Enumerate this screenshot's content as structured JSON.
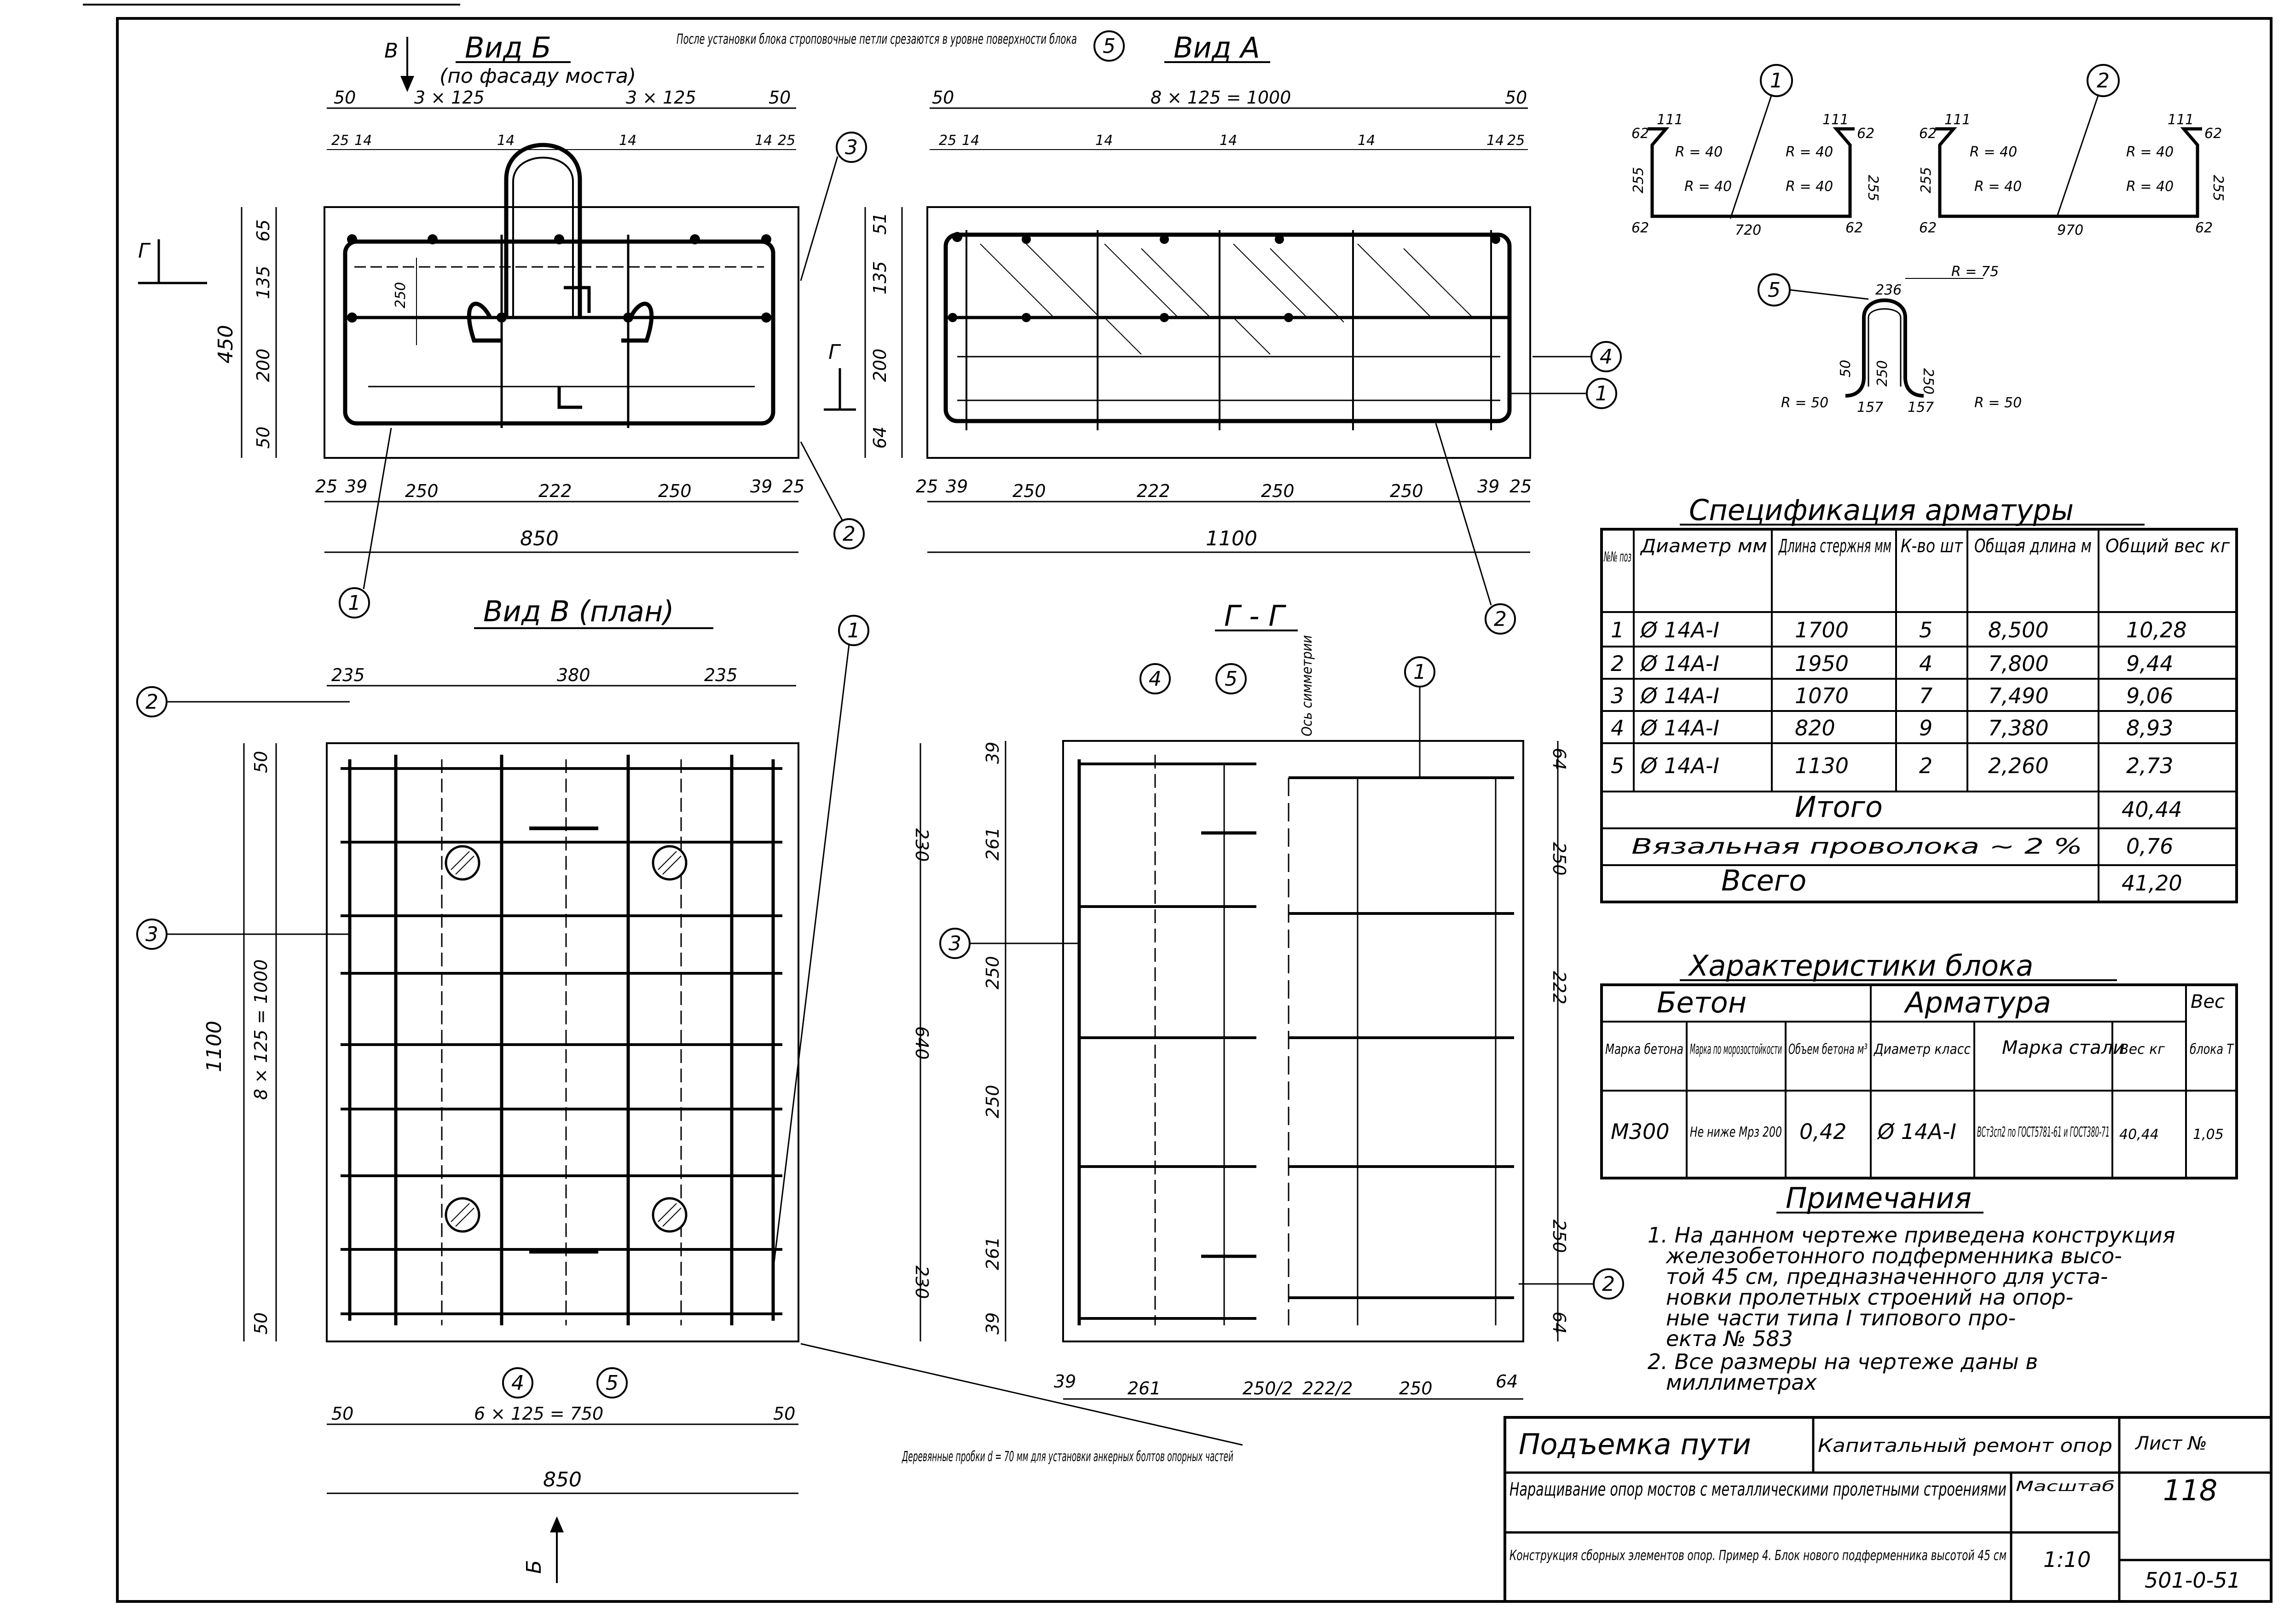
{
  "views": {
    "view_b": {
      "title": "Вид Б",
      "subtitle": "(по фасаду моста)",
      "arrow_label": "В",
      "top_dims": [
        "50",
        "3 × 125",
        "3 × 125",
        "50"
      ],
      "sub_top_dims": [
        "25",
        "14",
        "14",
        "14",
        "14",
        "25"
      ],
      "left_dims": [
        "65",
        "135",
        "200",
        "50"
      ],
      "overall_height": "450",
      "inner_dim": "250",
      "bottom_dims": [
        "25",
        "39",
        "250",
        "222",
        "250",
        "39",
        "25"
      ],
      "overall_width": "850",
      "section_mark": "Г"
    },
    "view_a": {
      "title": "Вид А",
      "top_dims": [
        "50",
        "8 × 125 = 1000",
        "50"
      ],
      "sub_top_dims": [
        "25",
        "14",
        "14",
        "14",
        "14",
        "14",
        "25"
      ],
      "left_dims": [
        "51",
        "135",
        "200",
        "64"
      ],
      "bottom_dims": [
        "25",
        "39",
        "250",
        "222",
        "250",
        "250",
        "39",
        "25"
      ],
      "overall_width": "1100"
    },
    "view_v": {
      "title": "Вид В (план)",
      "top_dims": [
        "235",
        "380",
        "235"
      ],
      "left_dims": [
        "50",
        "8 × 125 = 1000",
        "50"
      ],
      "overall_height": "1100",
      "right_dims": [
        "230",
        "640",
        "230"
      ],
      "bottom_dims": [
        "50",
        "6 × 125 = 750",
        "50"
      ],
      "overall_width": "850",
      "arrow_label": "Б"
    },
    "section_gg": {
      "title": "Г - Г",
      "axis_label": "Ось симметрии",
      "left_dims": [
        "39",
        "261",
        "250",
        "250",
        "261",
        "39"
      ],
      "right_dims": [
        "64",
        "250",
        "222",
        "250",
        "64"
      ],
      "bottom_dims": [
        "39",
        "261",
        "250/2",
        "222/2",
        "250",
        "64"
      ]
    },
    "loop_note": "После установки блока строповочные петли срезаются в уровне поверхности блока",
    "plug_note": "Деревянные пробки d = 70 мм для установки анкерных болтов опорных частей"
  },
  "bars": {
    "bar1": {
      "mark": "1",
      "dims": [
        "62",
        "111",
        "R = 40",
        "R = 40",
        "R = 40",
        "R = 40",
        "111",
        "62",
        "255",
        "255",
        "62",
        "720",
        "62"
      ]
    },
    "bar2": {
      "mark": "2",
      "dims": [
        "62",
        "111",
        "R = 40",
        "R = 40",
        "R = 40",
        "R = 40",
        "111",
        "62",
        "255",
        "255",
        "62",
        "970",
        "62"
      ]
    },
    "bar5": {
      "mark": "5",
      "dims": [
        "236",
        "R = 75",
        "50",
        "250",
        "250",
        "R = 50",
        "157",
        "157",
        "R = 50"
      ]
    }
  },
  "spec_table": {
    "title": "Спецификация арматуры",
    "headers": [
      "№№ поз",
      "Диаметр мм",
      "Длина стержня мм",
      "К-во шт",
      "Общая длина м",
      "Общий вес кг"
    ],
    "rows": [
      [
        "1",
        "Ø 14A-I",
        "1700",
        "5",
        "8,500",
        "10,28"
      ],
      [
        "2",
        "Ø 14A-I",
        "1950",
        "4",
        "7,800",
        "9,44"
      ],
      [
        "3",
        "Ø 14A-I",
        "1070",
        "7",
        "7,490",
        "9,06"
      ],
      [
        "4",
        "Ø 14A-I",
        "820",
        "9",
        "7,380",
        "8,93"
      ],
      [
        "5",
        "Ø 14A-I",
        "1130",
        "2",
        "2,260",
        "2,73"
      ]
    ],
    "totals": [
      {
        "label": "Итого",
        "value": "40,44"
      },
      {
        "label": "Вязальная проволока ~ 2 %",
        "value": "0,76"
      },
      {
        "label": "Всего",
        "value": "41,20"
      }
    ]
  },
  "char_table": {
    "title": "Характеристики блока",
    "group_concrete": "Бетон",
    "group_rebar": "Арматура",
    "group_weight": "Вес",
    "headers": [
      "Марка бетона",
      "Марка по морозостойкости",
      "Объем бетона м³",
      "Диаметр класс",
      "Марка стали",
      "Вес кг",
      "блока Т"
    ],
    "row": [
      "М300",
      "Не ниже Мрз 200",
      "0,42",
      "Ø 14A-I",
      "ВСт3сп2 по ГОСТ5781-61 и ГОСТ380-71",
      "40,44",
      "1,05"
    ]
  },
  "notes": {
    "title": "Примечания",
    "items": [
      "1. На данном чертеже приведена конструкция",
      "железобетонного подферменника высо-",
      "той 45 см, предназначенного для уста-",
      "новки пролетных строений на опор-",
      "ные части типа I типового про-",
      "екта № 583",
      "2. Все размеры на чертеже даны в",
      "миллиметрах"
    ]
  },
  "title_block": {
    "project": "Подъемка пути",
    "category": "Капитальный ремонт опор",
    "sheet_label": "Лист №",
    "sheet_no": "118",
    "subject": "Наращивание опор мостов с металлическими пролетными строениями",
    "scale_label": "Масштаб",
    "scale": "1:10",
    "description": "Конструкция сборных элементов опор. Пример 4. Блок нового подферменника высотой 45 см",
    "code": "501-0-51"
  }
}
